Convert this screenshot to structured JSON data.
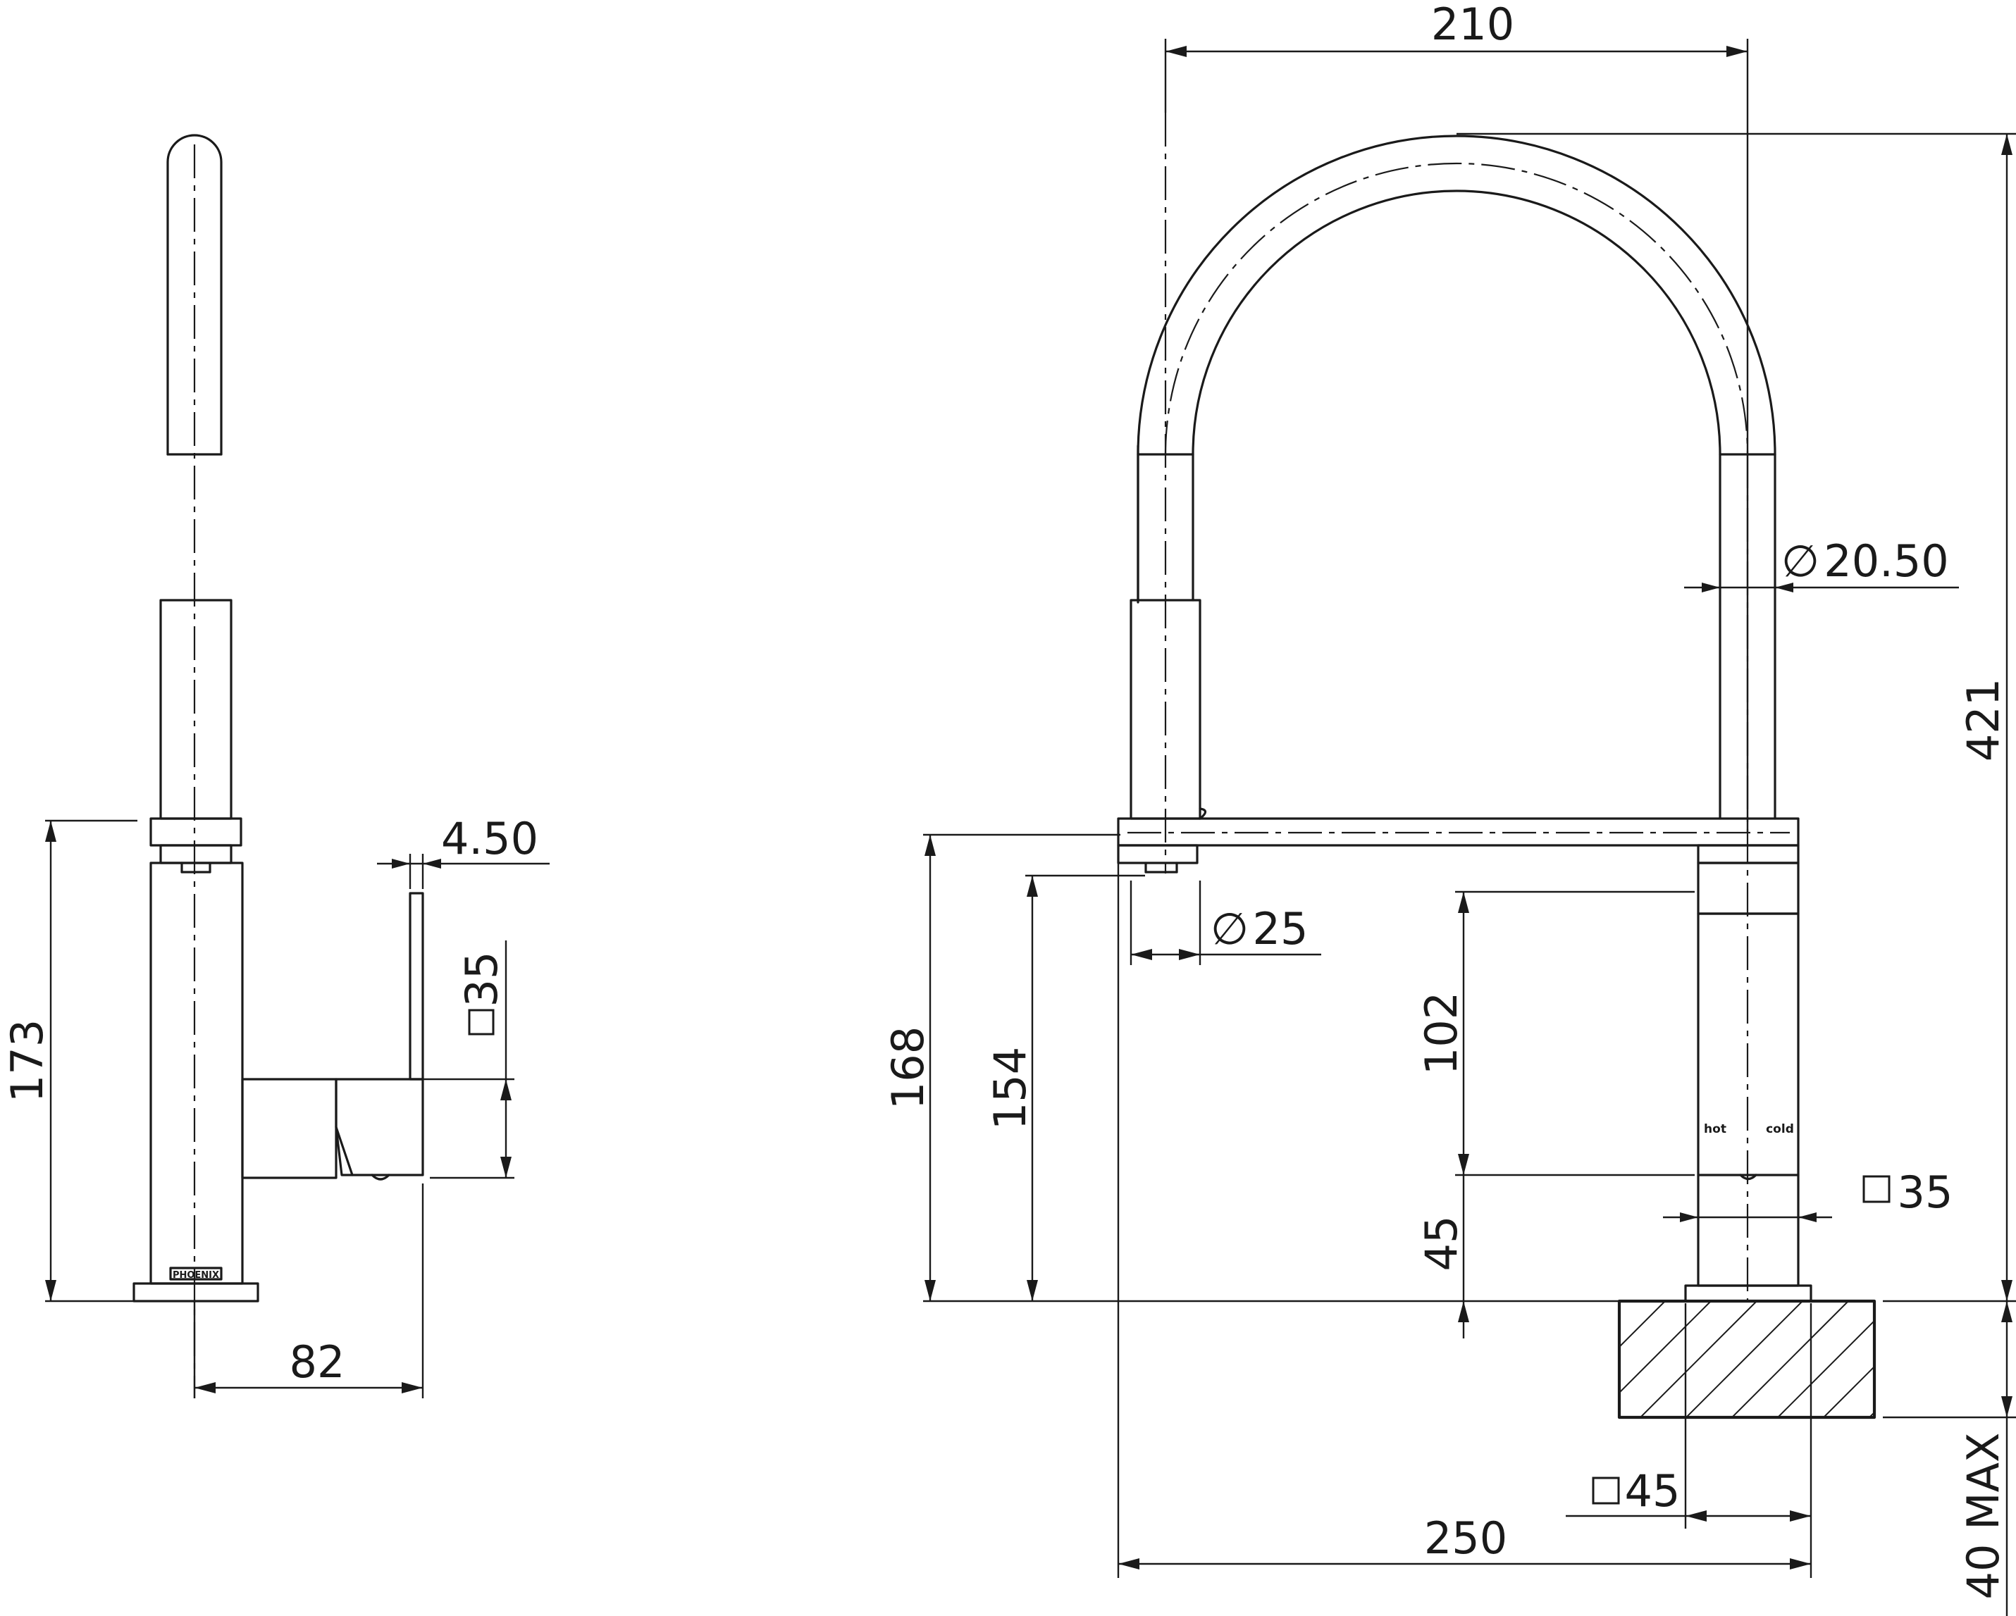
{
  "dimensions": {
    "side_height": "173",
    "side_depth": "82",
    "lever_thickness": "4.50",
    "lever_square": "35",
    "spout_reach": "210",
    "overall_height": "421",
    "spout_diameter": "20.50",
    "outlet_diameter": "25",
    "base_height": "168",
    "outlet_height": "154",
    "body_height": "102",
    "handle_height": "45",
    "body_square": "35",
    "base_square": "45",
    "overall_width": "250",
    "mount_thickness": "40 MAX"
  },
  "symbols": {
    "diameter": "∅",
    "square": "□"
  },
  "labels": {
    "brand": "PHOENIX",
    "hot": "hot",
    "cold": "cold"
  }
}
